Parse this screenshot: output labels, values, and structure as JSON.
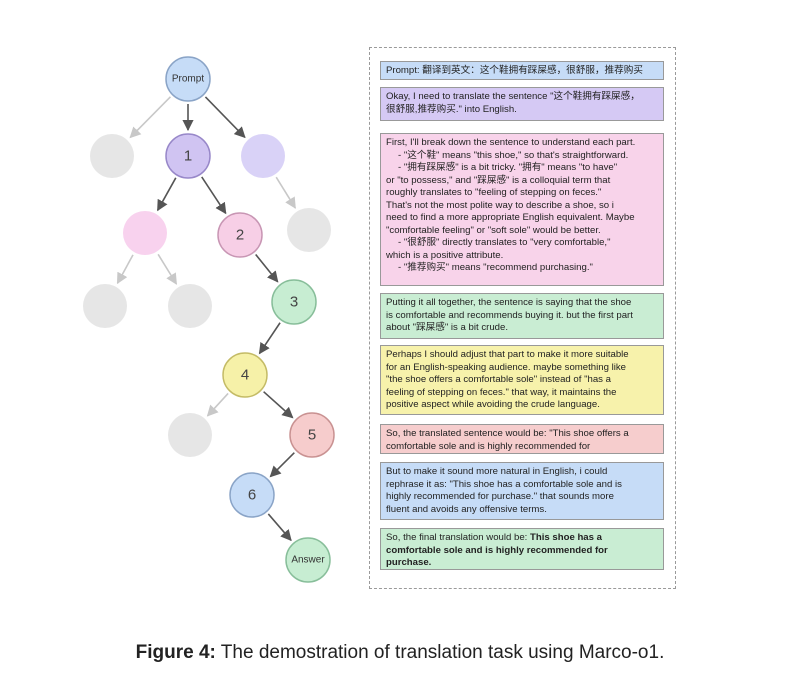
{
  "caption": {
    "label": "Figure 4:",
    "text": " The demostration of translation task using Marco-o1."
  },
  "tree": {
    "nodes": [
      {
        "id": "prompt",
        "label": "Prompt",
        "fill": "#c6dcf7",
        "stroke": "#8aa4c7"
      },
      {
        "id": "n1",
        "label": "1",
        "fill": "#d0c4f2",
        "stroke": "#9888c9"
      },
      {
        "id": "n2",
        "label": "2",
        "fill": "#f7cfe6",
        "stroke": "#c896b4"
      },
      {
        "id": "n3",
        "label": "3",
        "fill": "#c7edd2",
        "stroke": "#88be9a"
      },
      {
        "id": "n4",
        "label": "4",
        "fill": "#f6f1a8",
        "stroke": "#c4bb66"
      },
      {
        "id": "n5",
        "label": "5",
        "fill": "#f6cccc",
        "stroke": "#c99292"
      },
      {
        "id": "n6",
        "label": "6",
        "fill": "#c6dcf7",
        "stroke": "#8aa4c7"
      },
      {
        "id": "answer",
        "label": "Answer",
        "fill": "#c7edd2",
        "stroke": "#88be9a"
      }
    ],
    "unexplored_fill": "#e6e6e6",
    "purple_branch_fill": "#d9d2f7",
    "pink_branch_fill": "#f8d2ee"
  },
  "steps": [
    {
      "id": "prompt-box",
      "fill": "#c6dcf7",
      "lines": [
        {
          "text": "Prompt: 翻译到英文：这个鞋拥有踩屎感，很舒服，推荐购买",
          "strong": false,
          "indent": false
        }
      ]
    },
    {
      "id": "step1",
      "fill": "#d5c9f4",
      "lines": [
        {
          "text": "Okay, I need to translate the sentence \"这个鞋拥有踩屎感，",
          "strong": false,
          "indent": false
        },
        {
          "text": "很舒服,推荐购买.\" into English.",
          "strong": false,
          "indent": false
        }
      ]
    },
    {
      "id": "step2",
      "fill": "#f8d3ea",
      "lines": [
        {
          "text": "First, I'll break down the sentence to understand each part.",
          "strong": false,
          "indent": false
        },
        {
          "text": "- \"这个鞋\" means \"this shoe,\" so that's straightforward.",
          "strong": false,
          "indent": true
        },
        {
          "text": "- \"拥有踩屎感\" is a bit tricky. \"拥有\" means \"to have\"",
          "strong": false,
          "indent": true
        },
        {
          "text": "or \"to possess,\" and \"踩屎感\" is a colloquial term that",
          "strong": false,
          "indent": false
        },
        {
          "text": "roughly translates to \"feeling of stepping on feces.\"",
          "strong": false,
          "indent": false
        },
        {
          "text": "That's not the most polite way to describe a shoe, so i",
          "strong": false,
          "indent": false
        },
        {
          "text": "need to find a more appropriate English equivalent. Maybe",
          "strong": false,
          "indent": false
        },
        {
          "text": "\"comfortable feeling\" or \"soft sole\" would be better.",
          "strong": false,
          "indent": false
        },
        {
          "text": "- \"很舒服\" directly translates to \"very comfortable,\"",
          "strong": false,
          "indent": true
        },
        {
          "text": "which is a positive attribute.",
          "strong": false,
          "indent": false
        },
        {
          "text": "- \"推荐购买\" means \"recommend purchasing.\"",
          "strong": false,
          "indent": true
        }
      ]
    },
    {
      "id": "step3",
      "fill": "#c9edd3",
      "lines": [
        {
          "text": "Putting it all together, the sentence is saying that the shoe",
          "strong": false,
          "indent": false
        },
        {
          "text": "is comfortable and recommends buying it. but the first part",
          "strong": false,
          "indent": false
        },
        {
          "text": "about \"踩屎感\" is a bit crude.",
          "strong": false,
          "indent": false
        }
      ]
    },
    {
      "id": "step4",
      "fill": "#f7f2ab",
      "lines": [
        {
          "text": "Perhaps I should adjust that part to make it more suitable",
          "strong": false,
          "indent": false
        },
        {
          "text": "for an English-speaking audience. maybe something like",
          "strong": false,
          "indent": false
        },
        {
          "text": "\"the shoe offers a comfortable sole\" instead of \"has a",
          "strong": false,
          "indent": false
        },
        {
          "text": "feeling of stepping on feces.\" that way, it maintains the",
          "strong": false,
          "indent": false
        },
        {
          "text": "positive aspect while avoiding the crude language.",
          "strong": false,
          "indent": false
        }
      ]
    },
    {
      "id": "step5",
      "fill": "#f6cdcd",
      "lines": [
        {
          "text": "So, the translated sentence would be: \"This shoe offers a",
          "strong": false,
          "indent": false
        },
        {
          "text": "comfortable sole and is highly recommended for",
          "strong": false,
          "indent": false
        }
      ]
    },
    {
      "id": "step6",
      "fill": "#c6dcf7",
      "lines": [
        {
          "text": "But to make it sound more natural in English, i could",
          "strong": false,
          "indent": false
        },
        {
          "text": "rephrase it as: \"This shoe has a comfortable sole and is",
          "strong": false,
          "indent": false
        },
        {
          "text": "highly recommended for purchase.\" that sounds more",
          "strong": false,
          "indent": false
        },
        {
          "text": "fluent and avoids any offensive terms.",
          "strong": false,
          "indent": false
        }
      ]
    },
    {
      "id": "answer-box",
      "fill": "#c9edd3",
      "lines": [
        {
          "text": "So, the final translation would be: ",
          "strong": false,
          "indent": false,
          "strong_tail": "This shoe has a"
        },
        {
          "text": "comfortable sole and is highly recommended for",
          "strong": true,
          "indent": false
        },
        {
          "text": "purchase.",
          "strong": true,
          "indent": false
        }
      ]
    }
  ]
}
